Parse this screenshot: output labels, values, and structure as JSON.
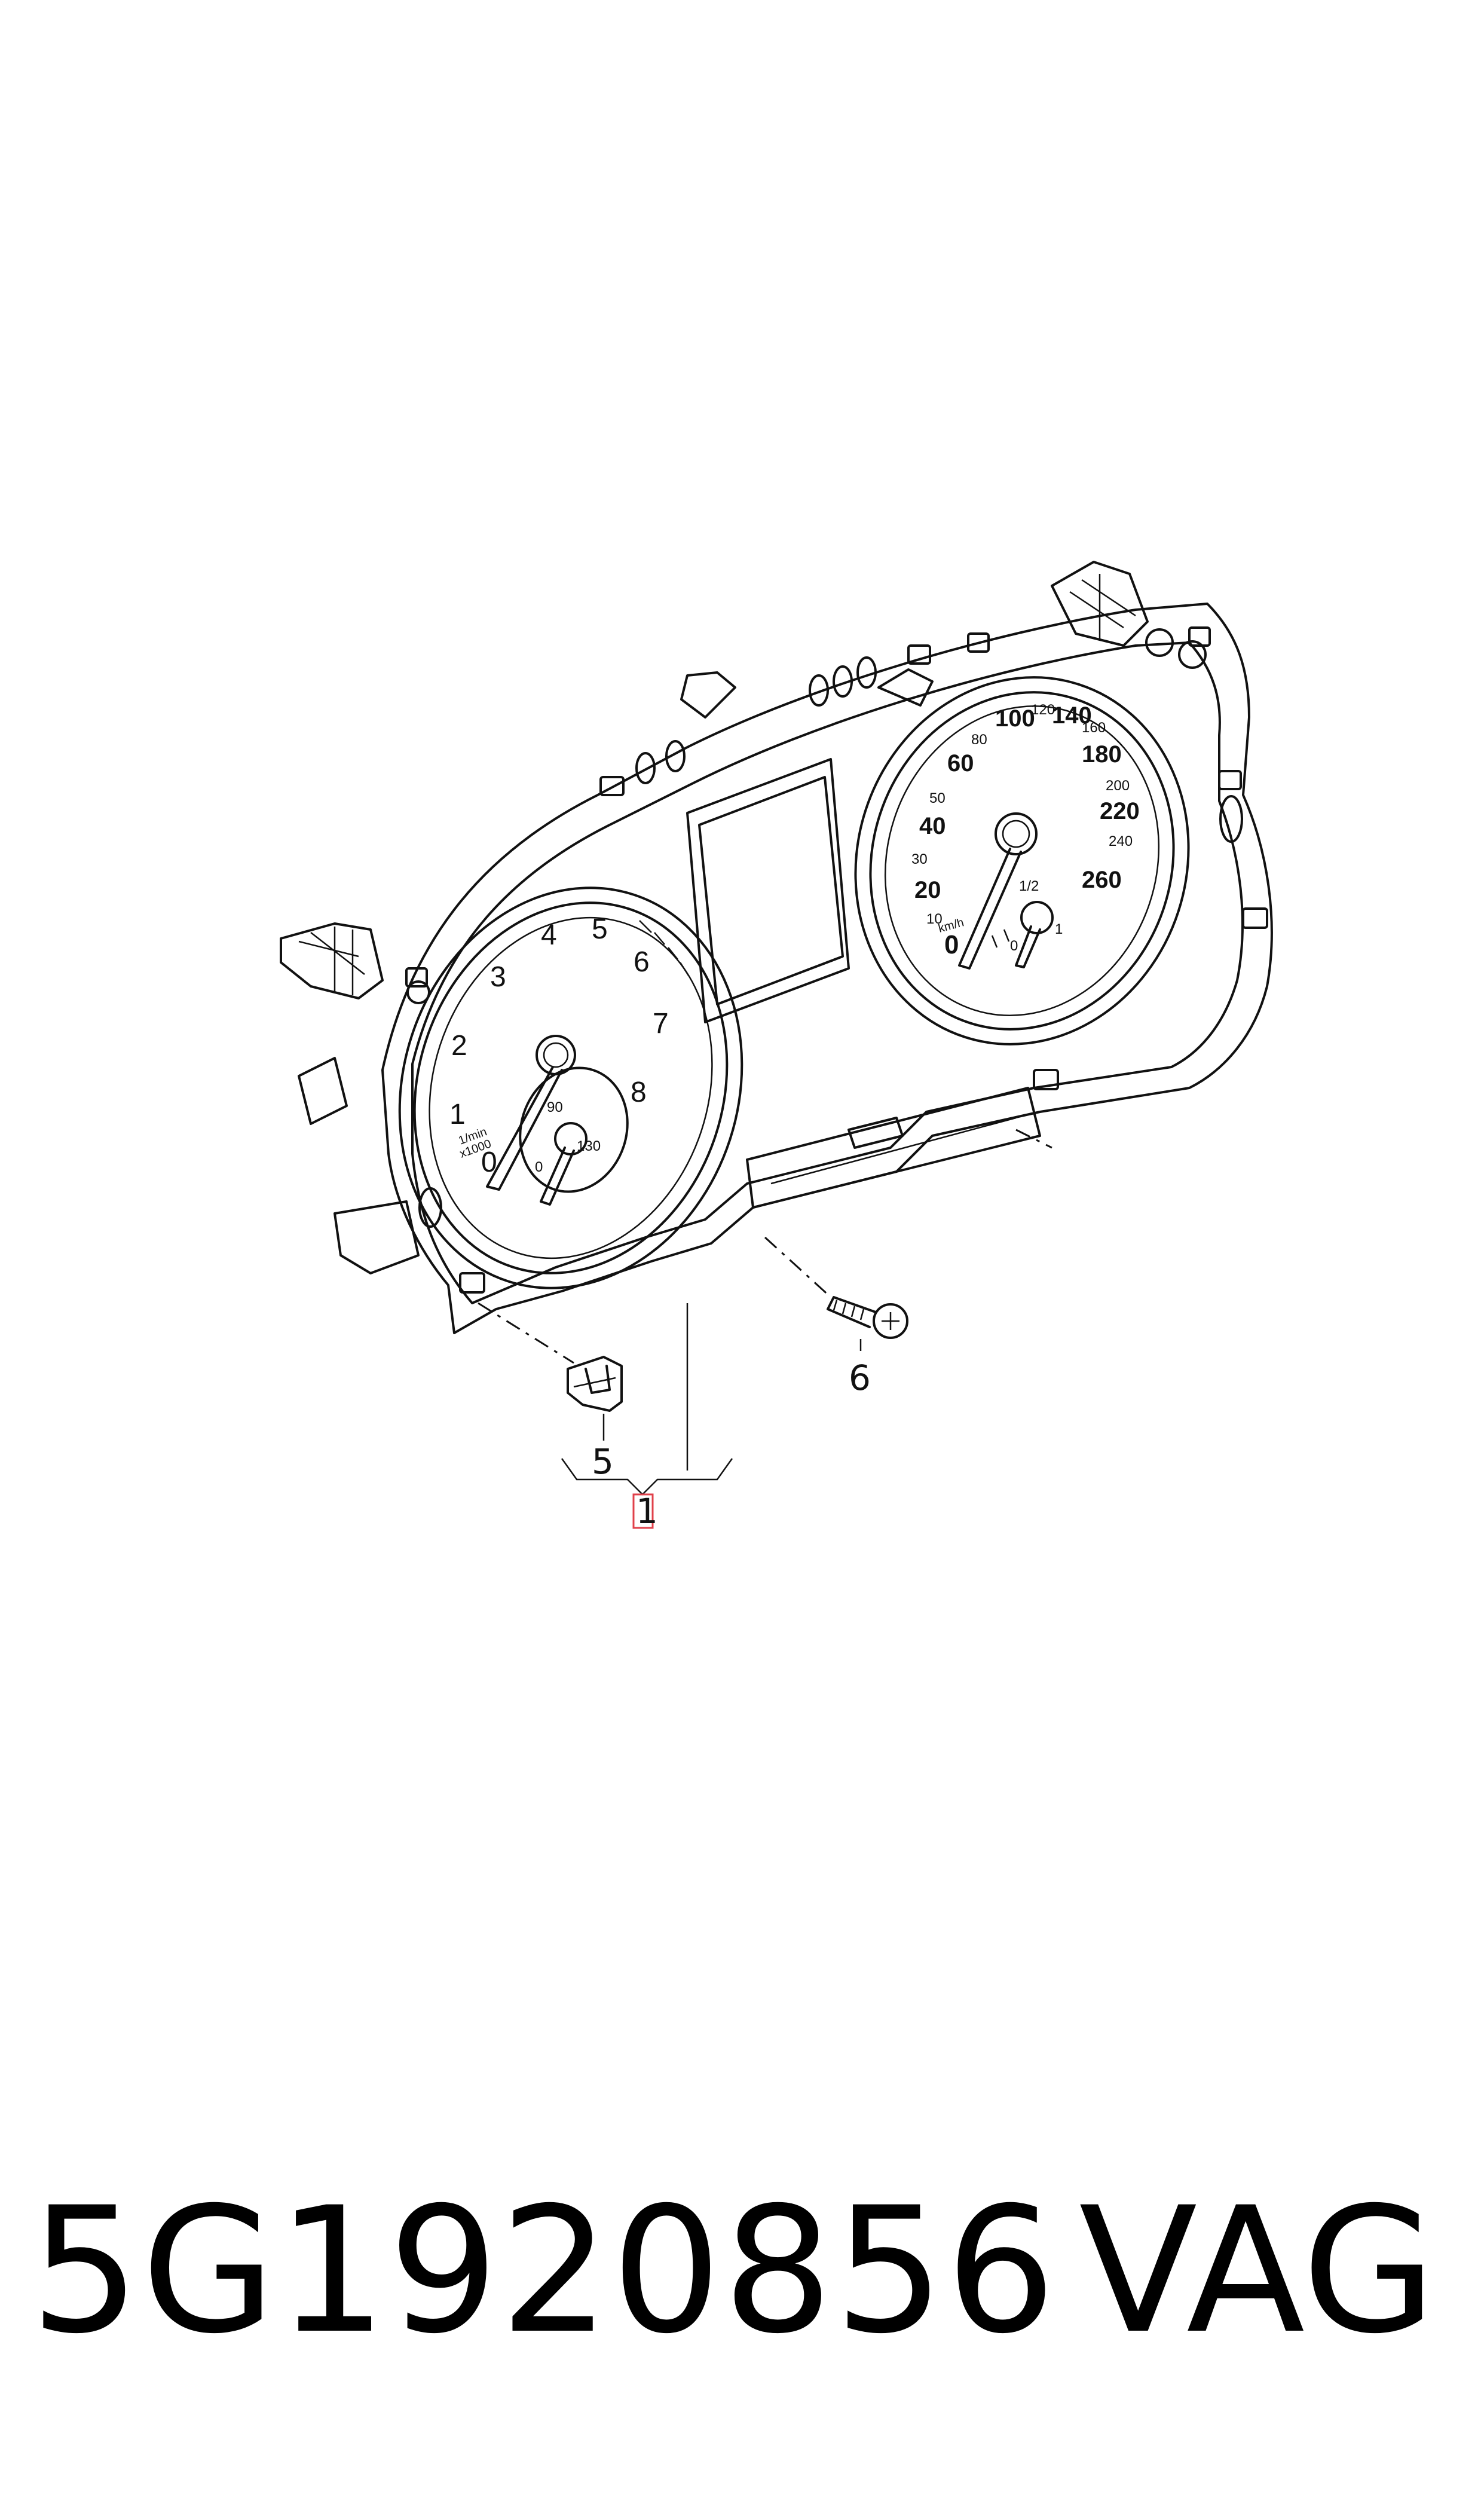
{
  "diagram": {
    "callouts": {
      "main_part": "1",
      "clip": "5",
      "screw": "6"
    },
    "tachometer": {
      "scale": [
        "0",
        "1",
        "2",
        "3",
        "4",
        "5",
        "6",
        "7",
        "8"
      ],
      "unit_line1": "1/min",
      "unit_line2": "x1000",
      "sub_gauge": [
        "0",
        "90",
        "130"
      ]
    },
    "speedometer": {
      "scale": [
        "0",
        "10",
        "20",
        "30",
        "40",
        "50",
        "60",
        "80",
        "100",
        "120",
        "140",
        "160",
        "180",
        "200",
        "220",
        "240",
        "260"
      ],
      "unit": "km/h",
      "sub_gauge": [
        "0",
        "1/2",
        "1"
      ]
    }
  },
  "footer": {
    "part_number": "5G1920856",
    "brand": "VAG"
  },
  "colors": {
    "line": "#111111",
    "callout_highlight": "#e0404a",
    "background": "#ffffff"
  }
}
